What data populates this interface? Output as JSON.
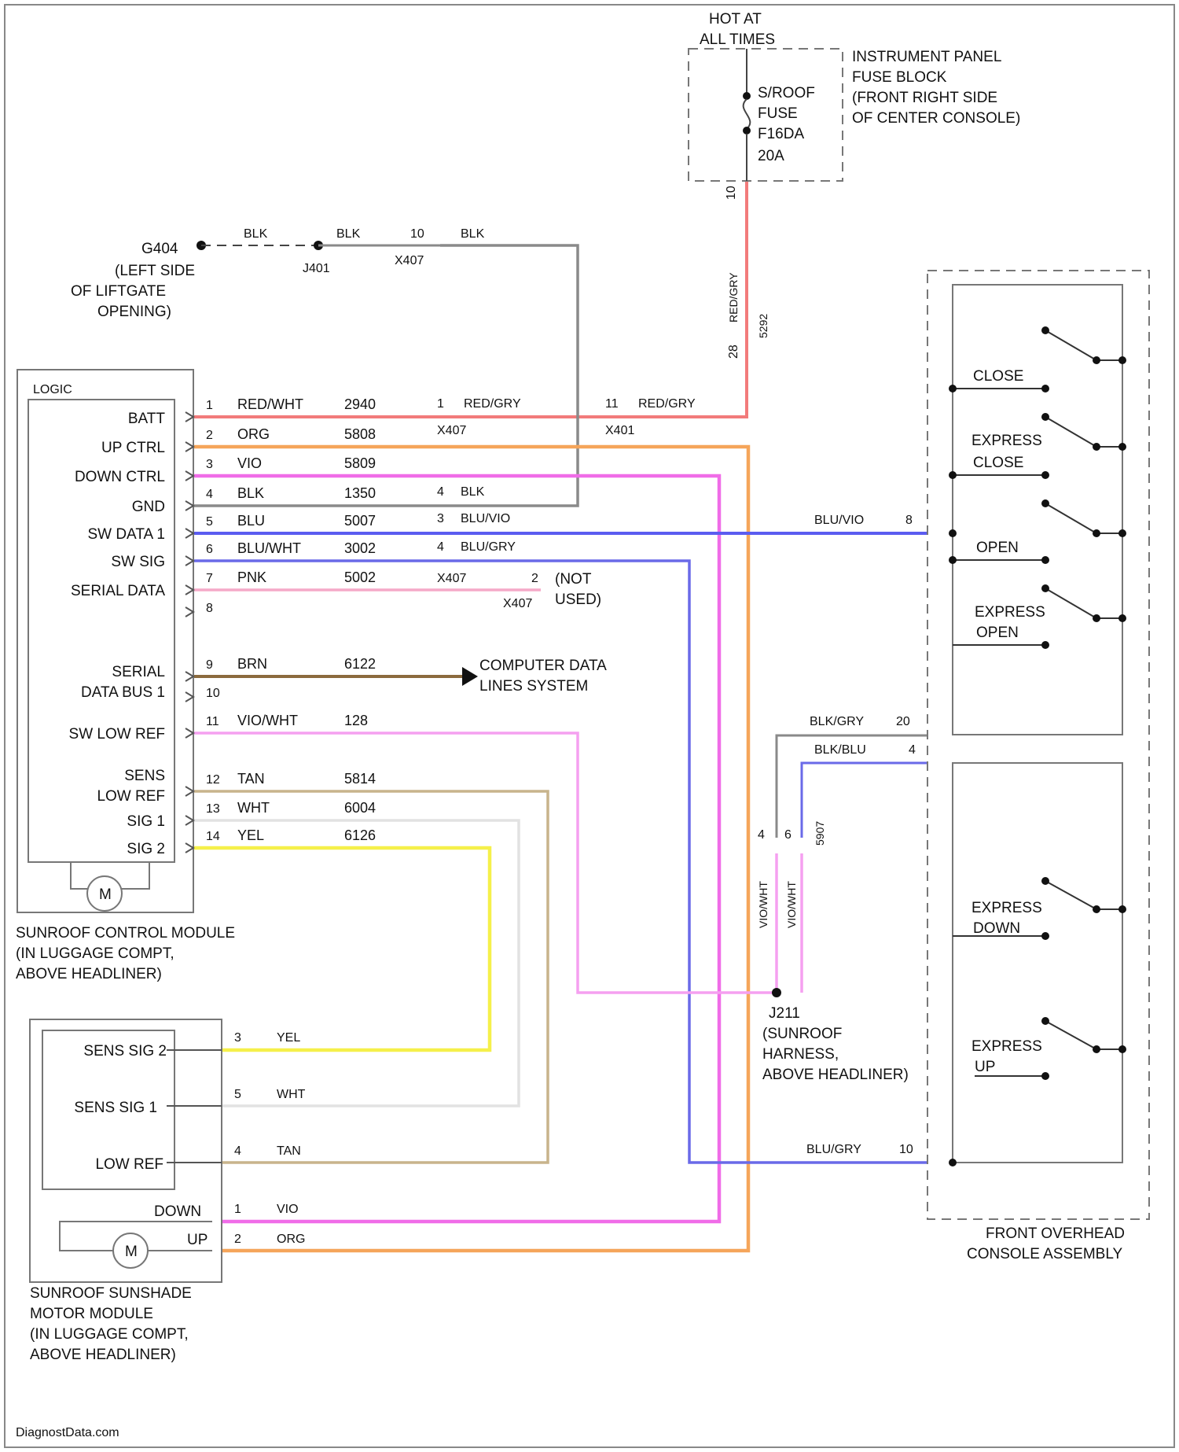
{
  "power": {
    "hot_at_line1": "HOT AT",
    "hot_at_line2": "ALL TIMES",
    "fuse_name": "S/ROOF",
    "fuse_word": "FUSE",
    "fuse_id": "F16DA",
    "fuse_amp": "20A",
    "fuse_block_l1": "INSTRUMENT PANEL",
    "fuse_block_l2": "FUSE BLOCK",
    "fuse_block_l3": "(FRONT RIGHT SIDE",
    "fuse_block_l4": "OF CENTER CONSOLE)",
    "pin_out": "10",
    "feed_color": "RED/GRY",
    "feed_circuit": "5292",
    "feed_pin_x401": "28"
  },
  "ground": {
    "g_id": "G404",
    "g_l1": "(LEFT SIDE",
    "g_l2": "OF LIFTGATE",
    "g_l3": "OPENING)",
    "wire1": "BLK",
    "splice": "J401",
    "wire2": "BLK",
    "pin": "10",
    "conn": "X407",
    "wire3": "BLK"
  },
  "module": {
    "logic": "LOGIC",
    "name_l1": "SUNROOF CONTROL MODULE",
    "name_l2": "(IN LUGGAGE COMPT,",
    "name_l3": "ABOVE HEADLINER)",
    "motor": "M",
    "pins": [
      {
        "label": "BATT",
        "pin": "1",
        "color": "RED/WHT",
        "circuit": "2940"
      },
      {
        "label": "UP CTRL",
        "pin": "2",
        "color": "ORG",
        "circuit": "5808"
      },
      {
        "label": "DOWN CTRL",
        "pin": "3",
        "color": "VIO",
        "circuit": "5809"
      },
      {
        "label": "GND",
        "pin": "4",
        "color": "BLK",
        "circuit": "1350"
      },
      {
        "label": "SW DATA 1",
        "pin": "5",
        "color": "BLU",
        "circuit": "5007"
      },
      {
        "label": "SW SIG",
        "pin": "6",
        "color": "BLU/WHT",
        "circuit": "3002"
      },
      {
        "label": "SERIAL DATA",
        "pin": "7",
        "color": "PNK",
        "circuit": "5002"
      },
      {
        "label": "",
        "pin": "8",
        "color": "",
        "circuit": ""
      },
      {
        "label_l1": "SERIAL",
        "label_l2": "DATA BUS 1",
        "pin": "9",
        "color": "BRN",
        "circuit": "6122"
      },
      {
        "label": "",
        "pin": "10",
        "color": "",
        "circuit": ""
      },
      {
        "label": "SW LOW REF",
        "pin": "11",
        "color": "VIO/WHT",
        "circuit": "128"
      },
      {
        "label_l1": "SENS",
        "label_l2": "LOW REF",
        "pin": "12",
        "color": "TAN",
        "circuit": "5814"
      },
      {
        "label": "SIG 1",
        "pin": "13",
        "color": "WHT",
        "circuit": "6004"
      },
      {
        "label": "SIG 2",
        "pin": "14",
        "color": "YEL",
        "circuit": "6126"
      }
    ]
  },
  "x407": {
    "name": "X407",
    "pin1": "1",
    "wire1": "RED/GRY",
    "pin4": "4",
    "wire4": "BLK",
    "pin3": "3",
    "wire3": "BLU/VIO",
    "pin4b": "4",
    "wire4b": "BLU/GRY",
    "pin7": "X407",
    "pin2": "2",
    "not_used_l1": "(NOT",
    "not_used_l2": "USED)"
  },
  "x401": {
    "name": "X401",
    "pin": "11",
    "wire": "RED/GRY"
  },
  "data_lines": {
    "l1": "COMPUTER DATA",
    "l2": "LINES SYSTEM"
  },
  "overhead": {
    "name_l1": "FRONT OVERHEAD",
    "name_l2": "CONSOLE ASSEMBLY",
    "sw1": "CLOSE",
    "sw2_l1": "EXPRESS",
    "sw2_l2": "CLOSE",
    "sw3": "OPEN",
    "sw4_l1": "EXPRESS",
    "sw4_l2": "OPEN",
    "sw5_l1": "EXPRESS",
    "sw5_l2": "DOWN",
    "sw6_l1": "EXPRESS",
    "sw6_l2": "UP",
    "in_wire": "BLU/VIO",
    "in_pin": "8",
    "w20": "BLK/GRY",
    "p20": "20",
    "w4": "BLK/BLU",
    "p4": "4",
    "w10": "BLU/GRY",
    "p10": "10"
  },
  "splice": {
    "id": "J211",
    "l1": "(SUNROOF",
    "l2": "HARNESS,",
    "l3": "ABOVE HEADLINER)",
    "v1": "VIO/WHT",
    "v2": "VIO/WHT",
    "v3": "5907",
    "p1": "4",
    "p2": "6"
  },
  "sunshade": {
    "name_l1": "SUNROOF SUNSHADE",
    "name_l2": "MOTOR MODULE",
    "name_l3": "(IN LUGGAGE COMPT,",
    "name_l4": "ABOVE HEADLINER)",
    "s1": "SENS SIG 2",
    "p1": "3",
    "w1": "YEL",
    "s2": "SENS SIG 1",
    "p2": "5",
    "w2": "WHT",
    "s3": "LOW REF",
    "p3": "4",
    "w3": "TAN",
    "down": "DOWN",
    "pd": "1",
    "wd": "VIO",
    "up": "UP",
    "pu": "2",
    "wu": "ORG",
    "motor": "M"
  },
  "watermark": "DiagnostData.com",
  "colors": {
    "red": "#f27b7b",
    "orange": "#f5a55a",
    "violet": "#f06ce8",
    "blue": "#5b5cf0",
    "blue2": "#6a6ae8",
    "pink": "#f5a9c8",
    "gray": "#8a8a8a",
    "brown": "#8b6a3e",
    "tan": "#c8b48c",
    "white": "#e2e2e2",
    "yellow": "#f5f04a"
  }
}
